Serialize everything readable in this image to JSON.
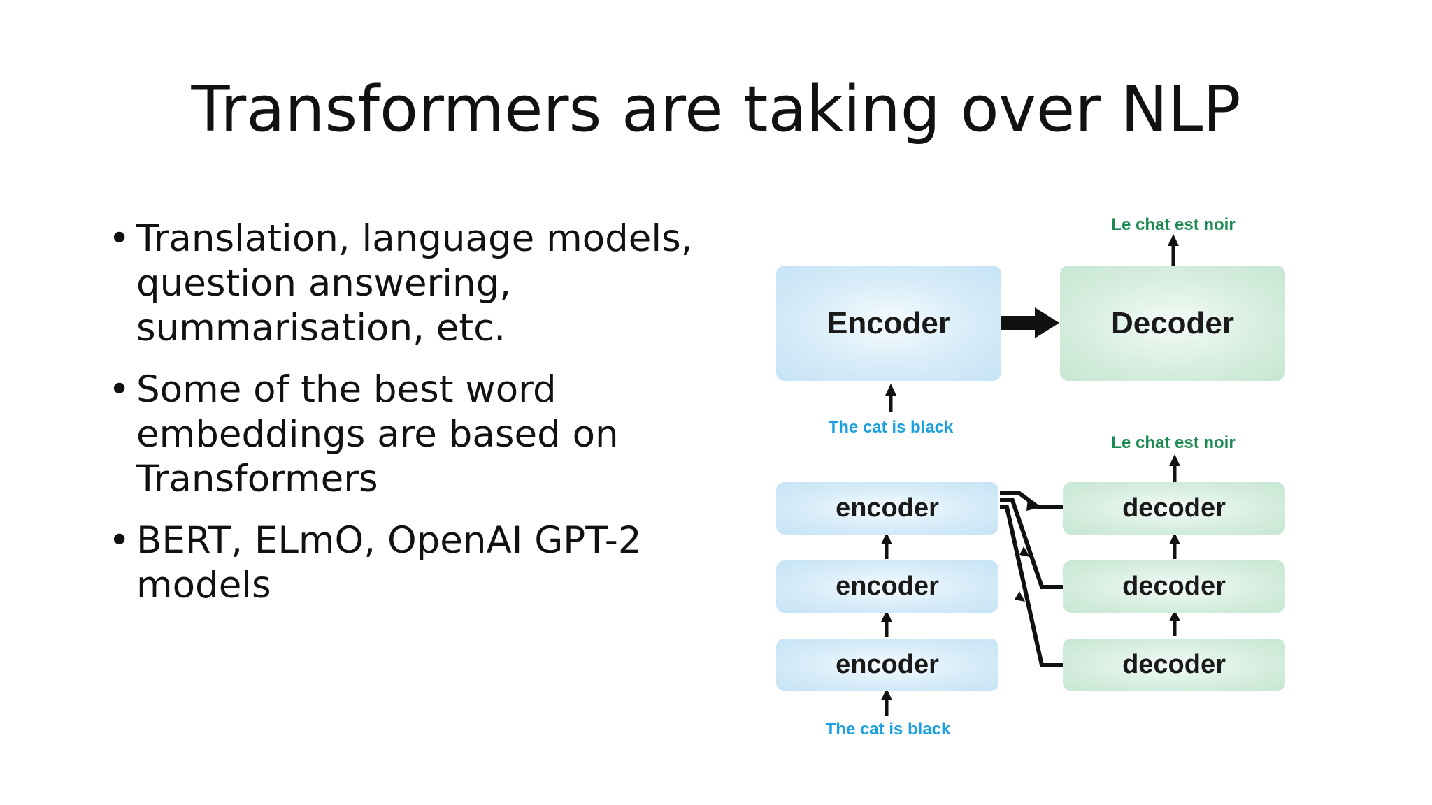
{
  "slide": {
    "title": "Transformers are taking over NLP",
    "bullets": [
      "Translation, language models, question answering, summarisation, etc.",
      "Some of the best word embeddings are based on Transformers",
      "BERT, ELmO, OpenAI GPT-2 models"
    ],
    "bullet_symbol": "•"
  },
  "diagram": {
    "top": {
      "encoder_label": "Encoder",
      "decoder_label": "Decoder",
      "input_text": "The cat is black",
      "output_text": "Le chat est noir"
    },
    "stack": {
      "encoder_labels": [
        "encoder",
        "encoder",
        "encoder"
      ],
      "decoder_labels": [
        "decoder",
        "decoder",
        "decoder"
      ],
      "input_text": "The cat is black",
      "output_text": "Le chat est noir"
    },
    "colors": {
      "input_text": "#1ba1e0",
      "output_text": "#1d8a52",
      "encoder_fill": "#d6ecf8",
      "decoder_fill": "#d7eee0"
    }
  }
}
